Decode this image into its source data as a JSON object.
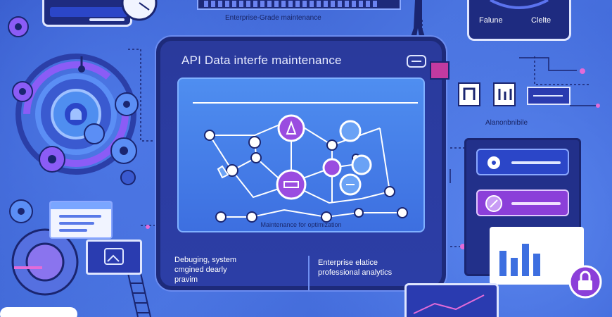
{
  "header": {
    "banner_text": "Enterprise-Grade maintenance"
  },
  "monitor": {
    "title": "API Data interfe maintenance",
    "screen_caption": "Maintenance for optimization",
    "card_left": [
      "Debuging, system",
      "cmgined dearly",
      "pravim"
    ],
    "card_right": [
      "Enterprise elatice",
      "professional analytics"
    ]
  },
  "top_right_widget": {
    "left_label": "Falune",
    "right_label": "Clelte"
  },
  "right_panel": {
    "title": "Alanonbnibile"
  },
  "colors": {
    "accent_purple": "#8b3fd9",
    "node_purple": "#9a4ce0",
    "screen_blue": "#4f8ef0",
    "frame_navy": "#1d2a7a"
  },
  "icons": [
    "gear-icon",
    "shield-icon",
    "network-node-icon",
    "chart-icon",
    "document-icon",
    "image-icon",
    "clock-icon",
    "pencil-icon",
    "lock-icon"
  ]
}
